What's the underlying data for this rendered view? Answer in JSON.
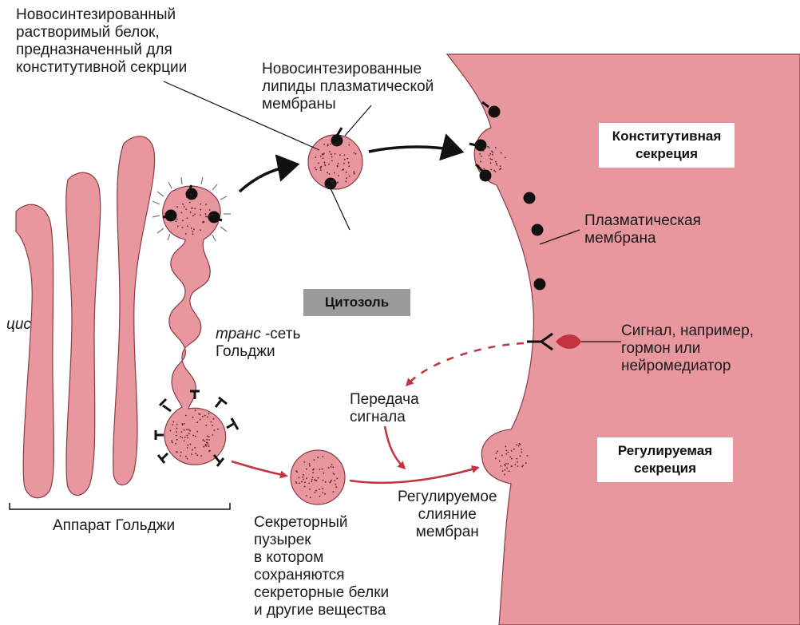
{
  "labels": {
    "soluble_protein": "Новосинтезированный\nрастворимый белок,\nпредназначенный для\nконститутивной секрции",
    "new_lipids": "Новосинтезированные\nлипиды плазматической\nмембраны",
    "constitutive_secretion": "Конститутивная\nсекреция",
    "plasma_membrane": "Плазматическая\nмембрана",
    "cytosol": "Цитозоль",
    "cis": "цис",
    "trans_italic": "транс",
    "trans_rest": " -сеть\nГольджи",
    "signal": "Сигнал, например,\nгормон или\nнейромедиатор",
    "signal_transmission": "Передача\nсигнала",
    "regulated_secretion": "Регулируемая\nсекреция",
    "regulated_fusion": "Регулируемое\nслияние\nмембран",
    "secretory_vesicle": "Секреторный\nпузырек\nв котором\nсохраняются\nсекреторные белки\nи другие вещества",
    "golgi_apparatus": "Аппарат Гольджи"
  },
  "colors": {
    "membrane_pink": "#e9979f",
    "outline_dark": "#8a3a44",
    "arrow_black": "#111111",
    "arrow_red": "#c2343f",
    "stipple": "#5a1f28"
  }
}
